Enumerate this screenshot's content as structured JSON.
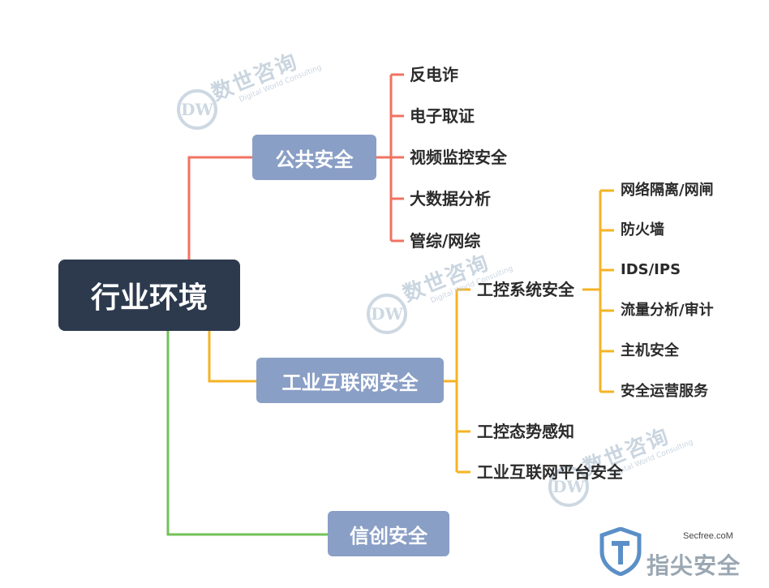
{
  "root": {
    "label": "行业环境"
  },
  "branches": [
    {
      "label": "公共安全",
      "color": "#f07360",
      "children": [
        "反电诈",
        "电子取证",
        "视频监控安全",
        "大数据分析",
        "管综/网综"
      ]
    },
    {
      "label": "工业互联网安全",
      "color": "#f5b324",
      "children": [
        {
          "label": "工控系统安全",
          "children": [
            "网络隔离/网闸",
            "防火墙",
            "IDS/IPS",
            "流量分析/审计",
            "主机安全",
            "安全运营服务"
          ]
        },
        {
          "label": "工控态势感知"
        },
        {
          "label": "工业互联网平台安全"
        }
      ]
    },
    {
      "label": "信创安全",
      "color": "#72c257",
      "children": []
    }
  ],
  "watermark": {
    "cn": "数世咨询",
    "en": "Digital World Consulting",
    "logo": "DW"
  },
  "corner": {
    "site": "Secfree.coM",
    "brand": "指尖安全",
    "shield_icon": "shield-icon"
  }
}
